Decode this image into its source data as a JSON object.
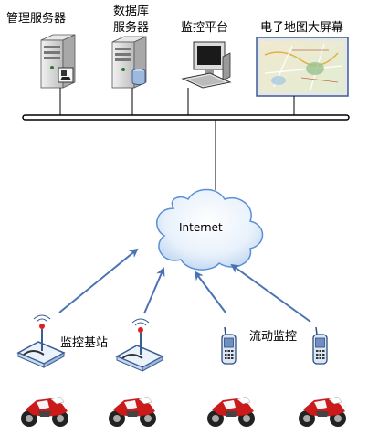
{
  "labels": {
    "mgmt_server": "管理服务器",
    "db_server_line1": "数据库",
    "db_server_line2": "服务器",
    "monitor_platform": "监控平台",
    "map_screen": "电子地图大屏幕",
    "internet": "Internet",
    "base_station": "监控基站",
    "mobile_monitor": "流动监控"
  },
  "colors": {
    "bus": "#000000",
    "arrow": "#4a73b5",
    "cloud_edge": "#5b8fd6",
    "server_body": "#d9d9d9",
    "motorcycle_red": "#cc1a1a"
  },
  "icons": {
    "server": "server-icon",
    "workstation": "computer-icon",
    "map_screen": "map-icon",
    "cloud": "cloud-icon",
    "antenna": "antenna-icon",
    "phone": "mobile-phone-icon",
    "motorcycle": "motorcycle-icon"
  }
}
